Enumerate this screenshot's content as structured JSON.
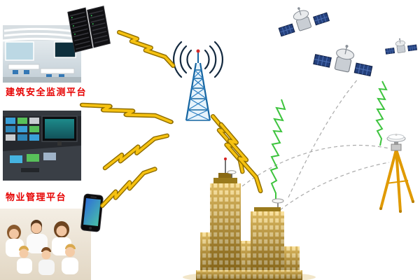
{
  "labels": {
    "building_platform": "建筑安全监测平台",
    "property_platform": "物业管理平台"
  },
  "icons": [
    "server-rack-icon",
    "control-room-photo",
    "monitoring-room-photo",
    "family-photo",
    "smartphone-icon",
    "radio-tower-icon",
    "satellite-icon",
    "buildings-icon",
    "gnss-antenna-icon",
    "surveying-instrument-icon",
    "lightning-bolt",
    "signal-wave",
    "dashed-link"
  ],
  "colors": {
    "background": "#ffffff",
    "label_text": "#e60000",
    "lightning_fill": "#f6c211",
    "lightning_edge": "#8f6d00",
    "signal_green": "#3ec43e",
    "tower_blue": "#1464a0",
    "building_gold": "#b4881f",
    "window_light": "#f6e3a8",
    "tripod_yellow": "#e09a00",
    "dashed_gray": "#aaaaaa"
  },
  "connections": [
    {
      "from": "server-rack",
      "to": "radio-tower",
      "type": "lightning"
    },
    {
      "from": "building-safety-platform",
      "to": "radio-tower",
      "type": "lightning"
    },
    {
      "from": "property-management-platform",
      "to": "radio-tower",
      "type": "lightning"
    },
    {
      "from": "smartphone",
      "to": "radio-tower",
      "type": "lightning"
    },
    {
      "from": "radio-tower",
      "to": "buildings",
      "type": "lightning"
    },
    {
      "from": "radio-tower",
      "to": "buildings",
      "type": "lightning"
    },
    {
      "from": "satellite",
      "to": "building-rooftop-receiver",
      "type": "green-signal"
    },
    {
      "from": "satellite",
      "to": "surveying-instrument",
      "type": "green-signal"
    },
    {
      "from": "buildings",
      "to": "surveying-instrument",
      "type": "dashed-curve"
    },
    {
      "from": "buildings",
      "to": "surveying-instrument",
      "type": "dashed-curve"
    },
    {
      "from": "buildings",
      "to": "satellite",
      "type": "dashed-curve"
    }
  ]
}
